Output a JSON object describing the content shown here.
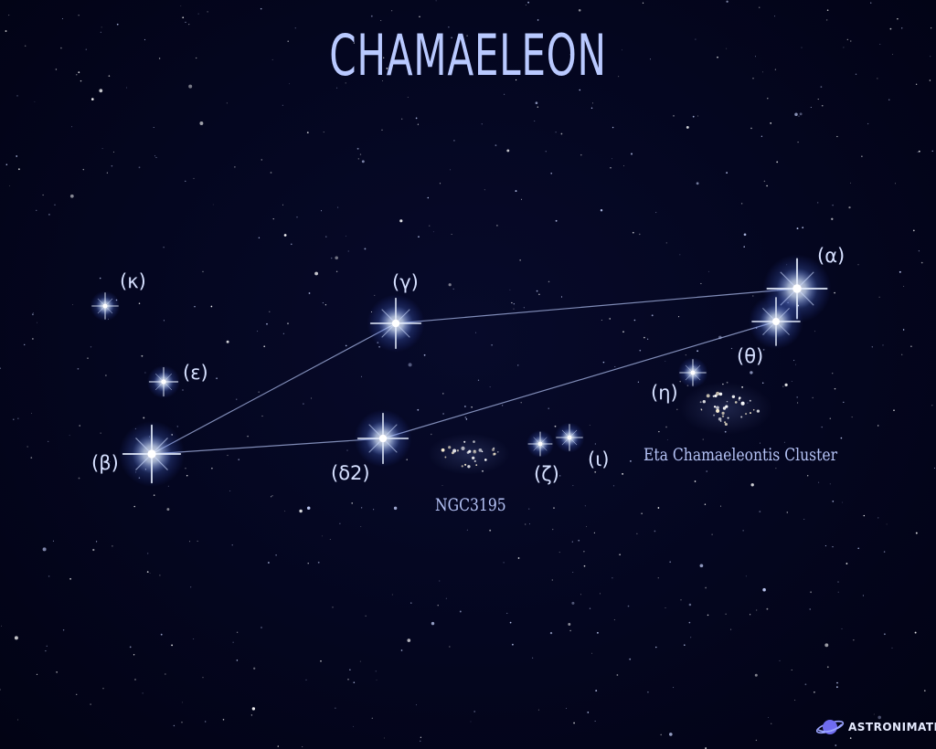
{
  "title": "CHAMAELEON",
  "stars": [
    {
      "id": "alpha",
      "label": "(α)"
    },
    {
      "id": "gamma",
      "label": "(γ)"
    },
    {
      "id": "kappa",
      "label": "(κ)"
    },
    {
      "id": "epsilon",
      "label": "(ε)"
    },
    {
      "id": "theta",
      "label": "(θ)"
    },
    {
      "id": "eta",
      "label": "(η)"
    },
    {
      "id": "beta",
      "label": "(β)"
    },
    {
      "id": "delta2",
      "label": "(δ2)"
    },
    {
      "id": "zeta",
      "label": "(ζ)"
    },
    {
      "id": "iota",
      "label": "(ι)"
    }
  ],
  "clusters": [
    {
      "id": "ngc3195",
      "label": "NGC3195"
    },
    {
      "id": "eta-cluster",
      "label": "Eta Chamaeleontis Cluster"
    }
  ],
  "logo": {
    "text": "ASTRONIMATE",
    "icon": "planet-icon"
  },
  "colors": {
    "background": "#03051a",
    "title": "#b9c9ff",
    "label": "#d6e0ff",
    "line": "#a9b8e8",
    "star": "#ffffff"
  }
}
